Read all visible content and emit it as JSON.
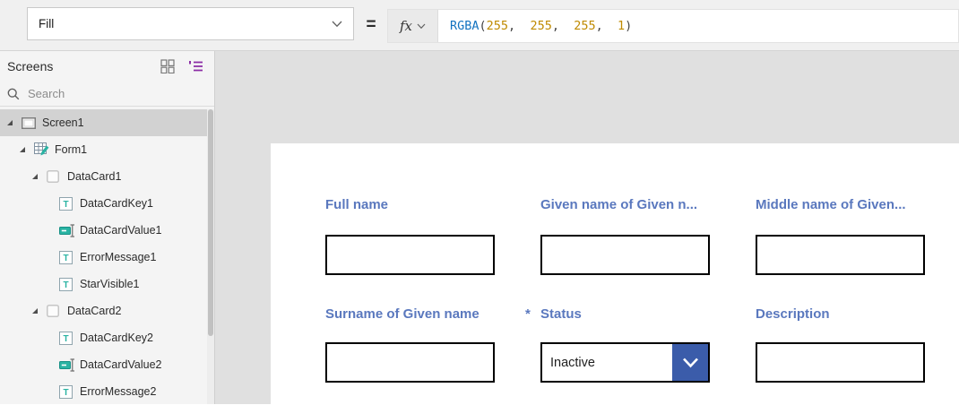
{
  "toolbar": {
    "property": "Fill",
    "equals": "=",
    "fx_label": "fx",
    "formula_tokens": [
      {
        "text": "RGBA",
        "type": "function"
      },
      {
        "text": "(",
        "type": "punct"
      },
      {
        "text": "255",
        "type": "number"
      },
      {
        "text": ",  ",
        "type": "punct"
      },
      {
        "text": "255",
        "type": "number"
      },
      {
        "text": ",  ",
        "type": "punct"
      },
      {
        "text": "255",
        "type": "number"
      },
      {
        "text": ",  ",
        "type": "punct"
      },
      {
        "text": "1",
        "type": "number"
      },
      {
        "text": ")",
        "type": "punct"
      }
    ]
  },
  "sidebar": {
    "title": "Screens",
    "search_placeholder": "Search",
    "tree": [
      {
        "label": "Screen1",
        "level": 0,
        "icon": "screen",
        "expander": true,
        "selected": true
      },
      {
        "label": "Form1",
        "level": 1,
        "icon": "form",
        "expander": true
      },
      {
        "label": "DataCard1",
        "level": 2,
        "icon": "datacard",
        "expander": true
      },
      {
        "label": "DataCardKey1",
        "level": 3,
        "icon": "text"
      },
      {
        "label": "DataCardValue1",
        "level": 3,
        "icon": "textinput"
      },
      {
        "label": "ErrorMessage1",
        "level": 3,
        "icon": "text"
      },
      {
        "label": "StarVisible1",
        "level": 3,
        "icon": "text"
      },
      {
        "label": "DataCard2",
        "level": 2,
        "icon": "datacard",
        "expander": true
      },
      {
        "label": "DataCardKey2",
        "level": 3,
        "icon": "text"
      },
      {
        "label": "DataCardValue2",
        "level": 3,
        "icon": "textinput"
      },
      {
        "label": "ErrorMessage2",
        "level": 3,
        "icon": "text"
      }
    ]
  },
  "form": {
    "fields": [
      {
        "label": "Full name",
        "type": "text",
        "col": 0,
        "row": 0
      },
      {
        "label": "Given name of Given n...",
        "type": "text",
        "col": 1,
        "row": 0
      },
      {
        "label": "Middle name of Given...",
        "type": "text",
        "col": 2,
        "row": 0
      },
      {
        "label": "Surname of Given name",
        "type": "text",
        "col": 0,
        "row": 1
      },
      {
        "label": "Status",
        "required_marker": "*",
        "type": "dropdown",
        "value": "Inactive",
        "col": 1,
        "row": 1
      },
      {
        "label": "Description",
        "type": "text",
        "col": 2,
        "row": 1
      }
    ]
  },
  "colors": {
    "label_blue": "#5a78be",
    "dropdown_accent": "#3b5caa",
    "function_blue": "#1373c0",
    "number_gold": "#bf8a00",
    "teal_icon": "#2ab3a3",
    "purple_icon": "#8b2ca5"
  }
}
